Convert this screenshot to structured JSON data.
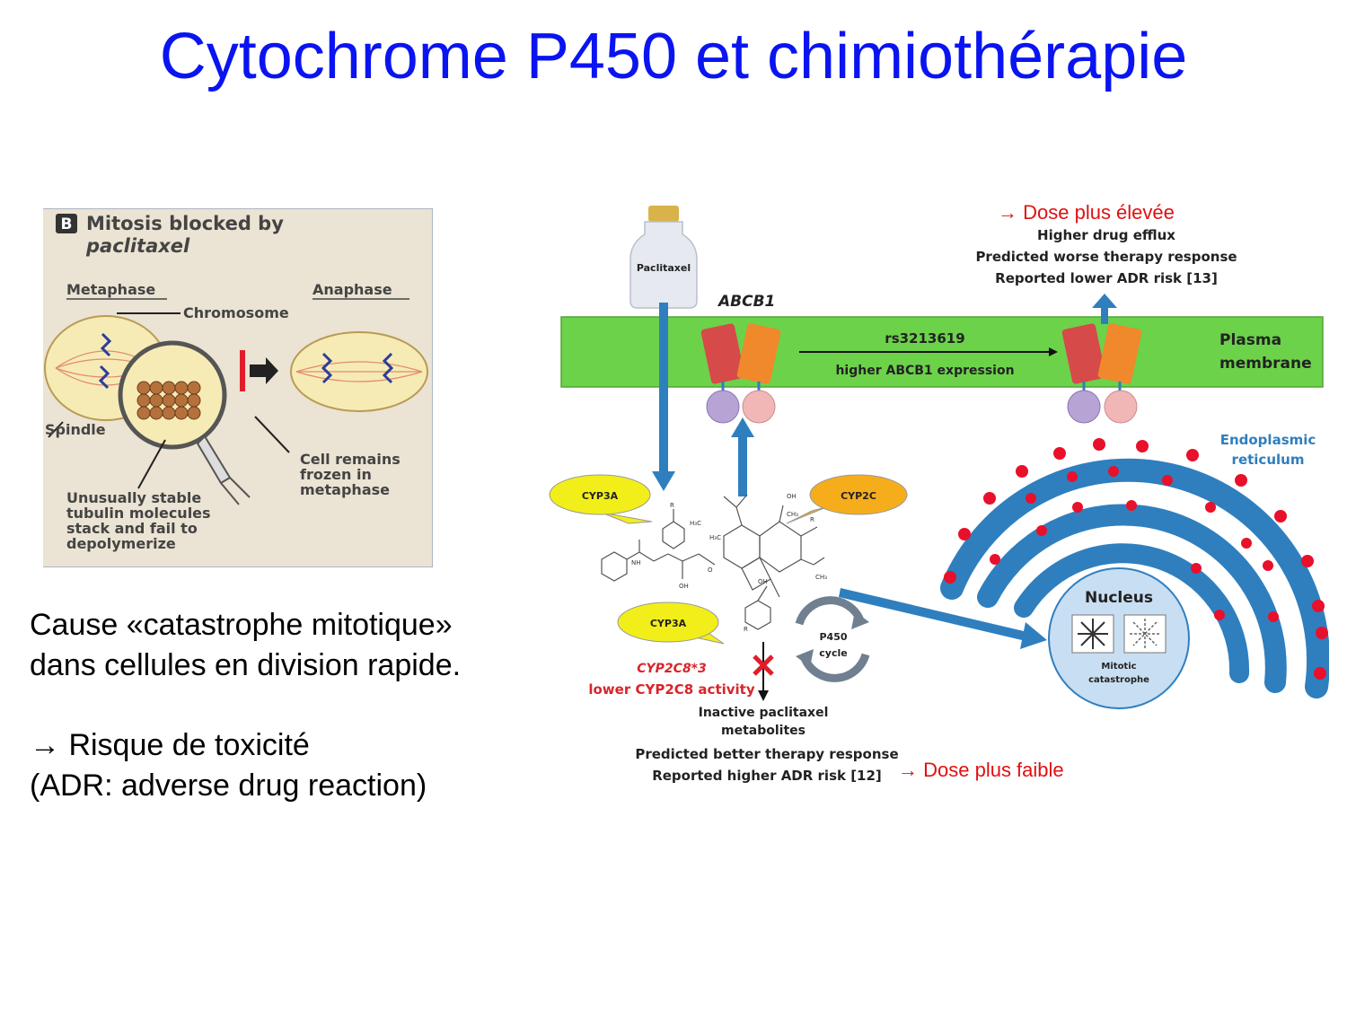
{
  "title": "Cytochrome P450 et chimiothérapie",
  "left_panel": {
    "badge": "B",
    "heading_line1": "Mitosis blocked by",
    "heading_line2": "paclitaxel",
    "metaphase": "Metaphase",
    "anaphase": "Anaphase",
    "chromosome": "Chromosome",
    "spindle": "Spindle",
    "cell_remains": [
      "Cell remains",
      "frozen in",
      "metaphase"
    ],
    "tubulin": [
      "Unusually stable",
      "tubulin molecules",
      "stack and fail to",
      "depolymerize"
    ]
  },
  "body_text": {
    "line1": "Cause «catastrophe mitotique»",
    "line2": "dans cellules en division rapide.",
    "line3": "→ Risque de toxicité",
    "line4": "(ADR: adverse drug reaction)"
  },
  "notes": {
    "dose_high": "→ Dose plus élevée",
    "dose_low": "→ Dose plus faible"
  },
  "diagram": {
    "vial_label": "Paclitaxel",
    "abcb1": "ABCB1",
    "rs": "rs3213619",
    "expression": "higher ABCB1 expression",
    "plasma": "Plasma",
    "membrane": "membrane",
    "efflux_lines": [
      "Higher drug efflux",
      "Predicted worse therapy response",
      "Reported lower ADR risk [13]"
    ],
    "cyp3a_top": "CYP3A",
    "cyp2c": "CYP2C",
    "cyp3a_bottom": "CYP3A",
    "cyp2c8_line1": "CYP2C8*3",
    "cyp2c8_line2": "lower CYP2C8 activity",
    "p450_line1": "P450",
    "p450_line2": "cycle",
    "inactive_line1": "Inactive paclitaxel",
    "inactive_line2": "metabolites",
    "predicted_better": "Predicted better therapy response",
    "reported_higher": "Reported higher ADR risk [12]",
    "er_line1": "Endoplasmic",
    "er_line2": "reticulum",
    "nucleus": "Nucleus",
    "mitotic_line1": "Mitotic",
    "mitotic_line2": "catastrophe"
  },
  "colors": {
    "title": "#0a14f0",
    "note_red": "#e01010",
    "membrane_green": "#6cd24a",
    "arrow_blue": "#2f7fbf",
    "er_blue": "#2f7fbf",
    "er_dots": "#e8102a",
    "bubble_yellow": "#f2ee1a",
    "bubble_orange": "#f6ad1c",
    "panel_bg": "#ebe3d3"
  }
}
